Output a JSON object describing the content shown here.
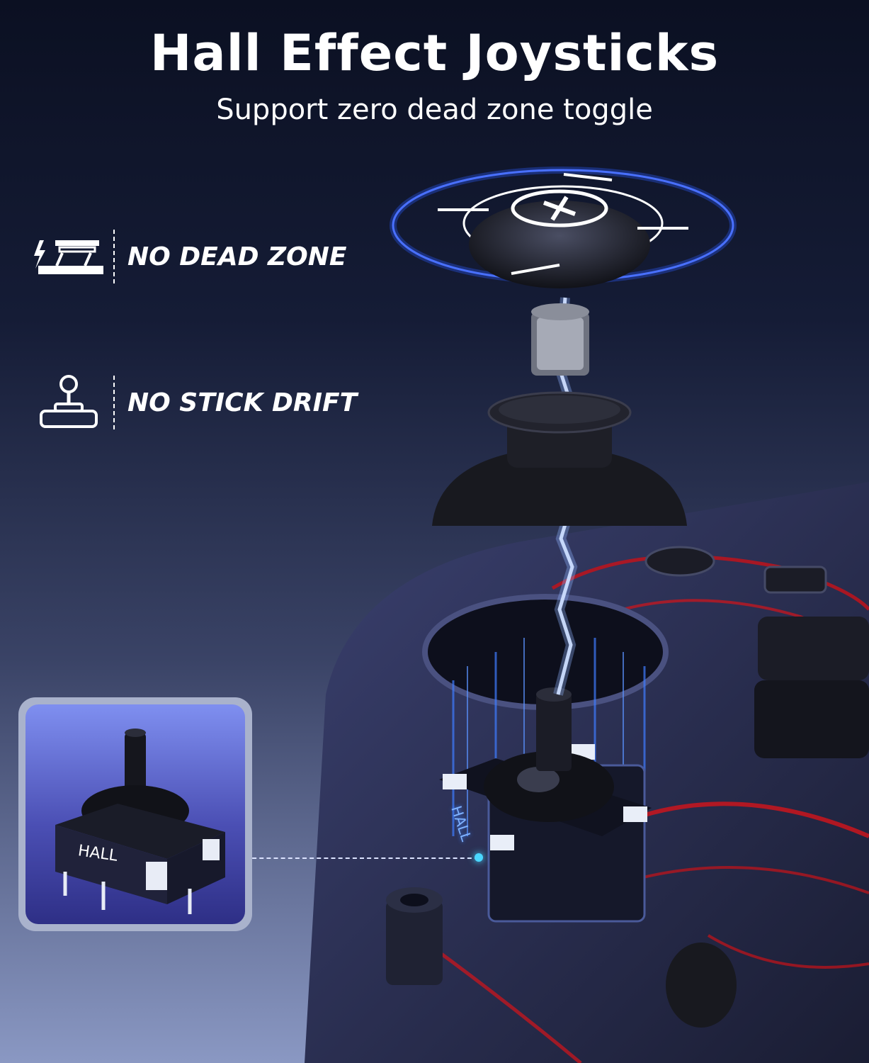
{
  "header": {
    "title": "Hall Effect Joysticks",
    "subtitle": "Support zero dead zone toggle"
  },
  "features": [
    {
      "label": "NO DEAD ZONE",
      "icon": "trigger-lightning-icon"
    },
    {
      "label": "NO STICK DRIFT",
      "icon": "joystick-icon"
    }
  ],
  "inset": {
    "sensor_label": "HALL"
  },
  "module": {
    "sensor_label": "HALL"
  },
  "colors": {
    "background_top": "#0b1022",
    "background_bottom": "#8a98c3",
    "glow_blue": "#3b6cff",
    "controller_red": "#d4141a"
  }
}
